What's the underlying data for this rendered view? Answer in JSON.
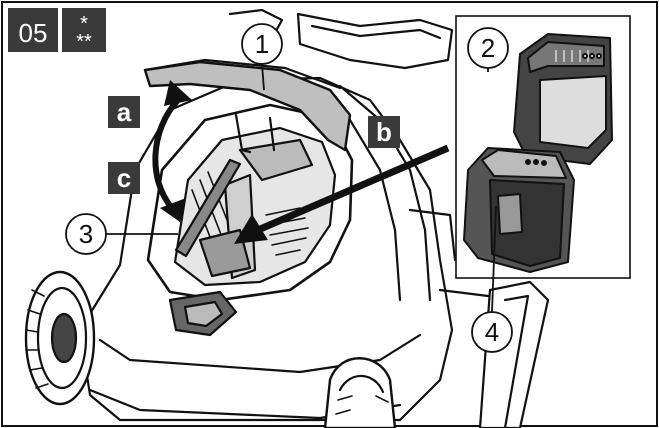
{
  "step": {
    "number": "05",
    "stars_top": "*",
    "stars_bottom": "**"
  },
  "callouts": [
    {
      "id": "1",
      "label": "1"
    },
    {
      "id": "2",
      "label": "2"
    },
    {
      "id": "3",
      "label": "3"
    },
    {
      "id": "4",
      "label": "4"
    }
  ],
  "letters": [
    {
      "id": "a",
      "label": "a"
    },
    {
      "id": "b",
      "label": "b"
    },
    {
      "id": "c",
      "label": "c"
    }
  ],
  "colors": {
    "badge_bg": "#3a3a3a",
    "line": "#111111",
    "shade": "#555555",
    "light_fill": "#d9d9d9",
    "background": "#ffffff"
  }
}
